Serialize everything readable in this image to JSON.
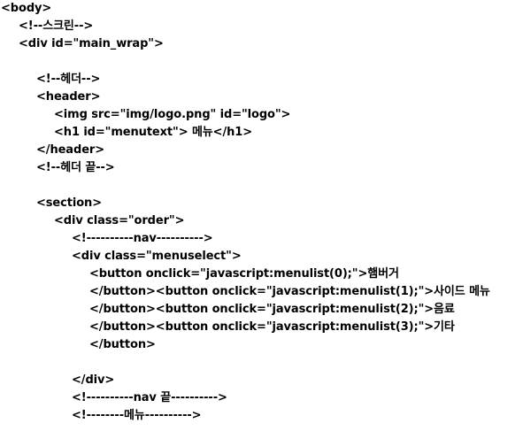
{
  "code_lines": [
    "<body>",
    "<!--스크린-->",
    "<div id=\"main_wrap\">",
    "",
    "<!--헤더-->",
    "<header>",
    "<img src=\"img/logo.png\" id=\"logo\">",
    "<h1 id=\"menutext\"> 메뉴</h1>",
    "</header>",
    "<!--헤더 끝-->",
    "",
    "<section>",
    "<div class=\"order\">",
    "<!----------nav---------->",
    "<div class=\"menuselect\">",
    "<button onclick=\"javascript:menulist(0);\">햄버거",
    "</button><button onclick=\"javascript:menulist(1);\">사이드 메뉴",
    "</button><button onclick=\"javascript:menulist(2);\">음료",
    "</button><button onclick=\"javascript:menulist(3);\">기타",
    "</button>",
    "",
    "</div>",
    "<!----------nav 끝---------->",
    "<!--------메뉴---------->"
  ]
}
